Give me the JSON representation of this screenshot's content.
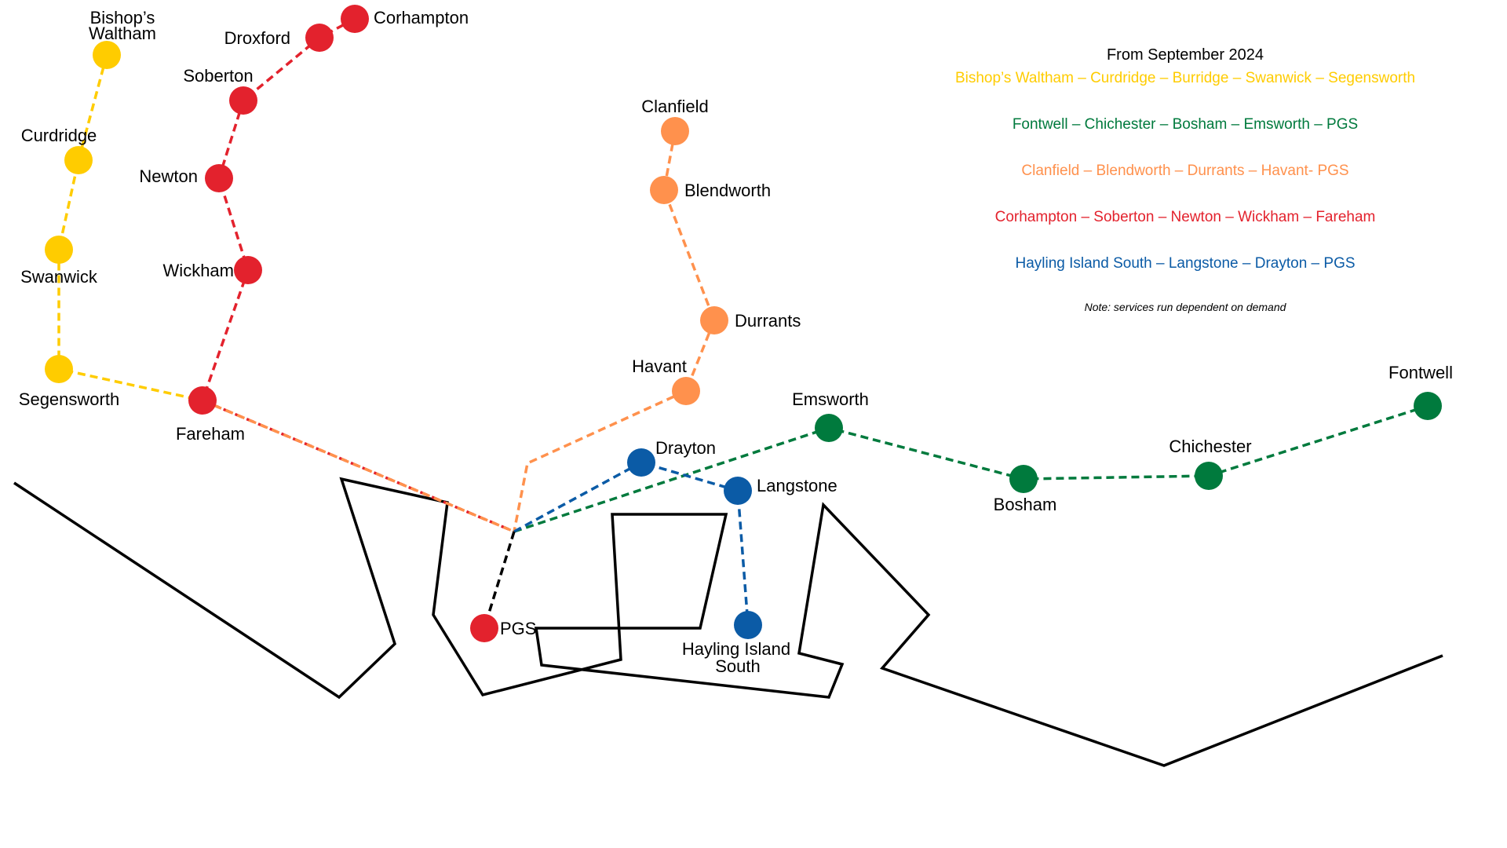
{
  "legend": {
    "title": "From September 2024",
    "note": "Note: services run dependent on demand",
    "routes": [
      {
        "id": "yellow",
        "color": "#FFCC00",
        "label": "Bishop’s Waltham – Curdridge – Burridge – Swanwick – Segensworth"
      },
      {
        "id": "green",
        "color": "#007A3D",
        "label": "Fontwell – Chichester – Bosham – Emsworth – PGS"
      },
      {
        "id": "orange",
        "color": "#FF914D",
        "label": "Clanfield – Blendworth – Durrants – Havant- PGS"
      },
      {
        "id": "red",
        "color": "#E3222D",
        "label": "Corhampton – Soberton – Newton – Wickham – Fareham"
      },
      {
        "id": "blue",
        "color": "#0B5BA6",
        "label": "Hayling Island South – Langstone – Drayton – PGS"
      }
    ]
  },
  "connector_color": "#000000",
  "stations": {
    "bishops_waltham": {
      "label_1": "Bishop’s",
      "label_2": "Waltham",
      "line": "yellow"
    },
    "curdridge": {
      "label": "Curdridge",
      "line": "yellow"
    },
    "swanwick": {
      "label": "Swanwick",
      "line": "yellow"
    },
    "segensworth": {
      "label": "Segensworth",
      "line": "yellow"
    },
    "corhampton": {
      "label": "Corhampton",
      "line": "red"
    },
    "droxford": {
      "label": "Droxford",
      "line": "red"
    },
    "soberton": {
      "label": "Soberton",
      "line": "red"
    },
    "newton": {
      "label": "Newton",
      "line": "red"
    },
    "wickham": {
      "label": "Wickham",
      "line": "red"
    },
    "fareham": {
      "label": "Fareham",
      "line": "red"
    },
    "pgs": {
      "label": "PGS",
      "line": "red"
    },
    "clanfield": {
      "label": "Clanfield",
      "line": "orange"
    },
    "blendworth": {
      "label": "Blendworth",
      "line": "orange"
    },
    "durrants": {
      "label": "Durrants",
      "line": "orange"
    },
    "havant": {
      "label": "Havant",
      "line": "orange"
    },
    "drayton": {
      "label": "Drayton",
      "line": "blue"
    },
    "langstone": {
      "label": "Langstone",
      "line": "blue"
    },
    "hayling_island_south": {
      "label_1": "Hayling Island",
      "label_2": "South",
      "line": "blue"
    },
    "emsworth": {
      "label": "Emsworth",
      "line": "green"
    },
    "bosham": {
      "label": "Bosham",
      "line": "green"
    },
    "chichester": {
      "label": "Chichester",
      "line": "green"
    },
    "fontwell": {
      "label": "Fontwell",
      "line": "green"
    }
  }
}
